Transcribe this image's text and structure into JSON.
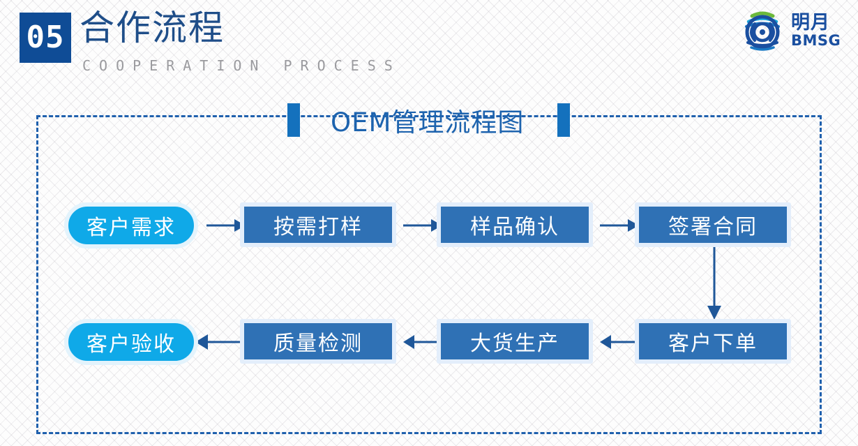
{
  "header": {
    "section_number": "05",
    "title": "合作流程",
    "subtitle": "COOPERATION PROCESS",
    "badge_color": "#0f4c96",
    "title_color": "#1f4e89",
    "subtitle_color": "#9a9a9e"
  },
  "logo": {
    "name_cn": "明月",
    "name_en": "BMSG",
    "color": "#1a4fa0",
    "accent_green": "#6cb93b",
    "accent_cyan": "#19a6da"
  },
  "diagram": {
    "title": "OEM管理流程图",
    "title_color": "#1d63ae",
    "tick_color": "#1471bd",
    "frame_border_color": "#1f60ad",
    "arrow_color": "#1f5799",
    "rect_fill": "#2f71b5",
    "rect_halo": "#e3eefb",
    "pill_fill": "#0fa9e8",
    "pill_halo": "#e3f3fc",
    "nodes": [
      {
        "id": "n1",
        "label": "客户需求",
        "shape": "pill",
        "row": 1,
        "col": 1
      },
      {
        "id": "n2",
        "label": "按需打样",
        "shape": "rect",
        "row": 1,
        "col": 2
      },
      {
        "id": "n3",
        "label": "样品确认",
        "shape": "rect",
        "row": 1,
        "col": 3
      },
      {
        "id": "n4",
        "label": "签署合同",
        "shape": "rect",
        "row": 1,
        "col": 4
      },
      {
        "id": "n5",
        "label": "客户下单",
        "shape": "rect",
        "row": 2,
        "col": 4
      },
      {
        "id": "n6",
        "label": "大货生产",
        "shape": "rect",
        "row": 2,
        "col": 3
      },
      {
        "id": "n7",
        "label": "质量检测",
        "shape": "rect",
        "row": 2,
        "col": 2
      },
      {
        "id": "n8",
        "label": "客户验收",
        "shape": "pill",
        "row": 2,
        "col": 1
      }
    ],
    "edges": [
      {
        "from": "n1",
        "to": "n2",
        "direction": "right"
      },
      {
        "from": "n2",
        "to": "n3",
        "direction": "right"
      },
      {
        "from": "n3",
        "to": "n4",
        "direction": "right"
      },
      {
        "from": "n4",
        "to": "n5",
        "direction": "down"
      },
      {
        "from": "n5",
        "to": "n6",
        "direction": "left"
      },
      {
        "from": "n6",
        "to": "n7",
        "direction": "left"
      },
      {
        "from": "n7",
        "to": "n8",
        "direction": "left"
      }
    ]
  }
}
